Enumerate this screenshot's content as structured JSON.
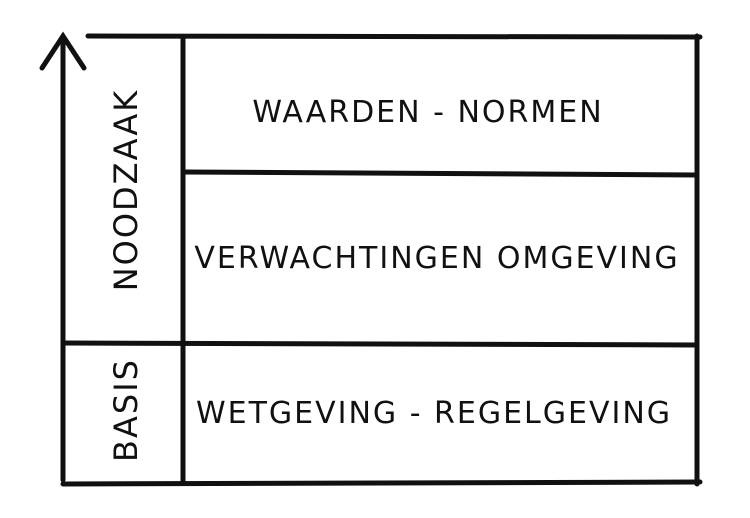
{
  "axis": {
    "upper_label": "NOODZAAK",
    "lower_label": "BASIS"
  },
  "rows": [
    {
      "label": "WAARDEN - NORMEN"
    },
    {
      "label": "VERWACHTINGEN OMGEVING"
    },
    {
      "label": "WETGEVING - REGELGEVING"
    }
  ],
  "colors": {
    "ink": "#111111",
    "paper": "#ffffff"
  }
}
